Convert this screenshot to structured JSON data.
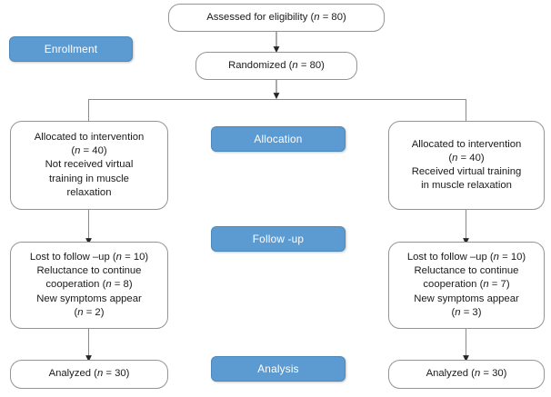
{
  "diagram": {
    "title": "CONSORT participant flow diagram",
    "accent_color": "#5b9bd1",
    "accent_border_color": "#4e88b8",
    "node_border_color": "#949494",
    "connector_color": "#5a5a5a",
    "background_color": "#ffffff",
    "text_color": "#1a1a1a"
  },
  "stages": [
    {
      "id": "enrollment",
      "label": "Enrollment"
    },
    {
      "id": "allocation",
      "label": "Allocation"
    },
    {
      "id": "followup",
      "label": "Follow -up"
    },
    {
      "id": "analysis",
      "label": "Analysis"
    }
  ],
  "nodes": {
    "assessed": {
      "label": "Assessed for eligibility (n = 80)",
      "n": 80
    },
    "randomized": {
      "label": "Randomized (n = 80)",
      "n": 80
    },
    "allocated_left": {
      "label": "Allocated to intervention\n(n = 40)\nNot received virtual\ntraining in muscle\nrelaxation",
      "n": 40
    },
    "allocated_right": {
      "label": "Allocated to intervention\n(n = 40)\nReceived virtual training\nin muscle relaxation",
      "n": 40
    },
    "followup_left": {
      "label": "Lost to follow –up (n = 10)\nReluctance to continue\ncooperation (n = 8)\nNew symptoms appear\n(n = 2)",
      "lost": 10,
      "reluctance": 8,
      "new_symptoms": 2
    },
    "followup_right": {
      "label": "Lost to follow –up (n = 10)\nReluctance to continue\ncooperation (n = 7)\nNew symptoms appear\n(n = 3)",
      "lost": 10,
      "reluctance": 7,
      "new_symptoms": 3
    },
    "analyzed_left": {
      "label": "Analyzed (n = 30)",
      "n": 30
    },
    "analyzed_right": {
      "label": "Analyzed (n = 30)",
      "n": 30
    }
  }
}
